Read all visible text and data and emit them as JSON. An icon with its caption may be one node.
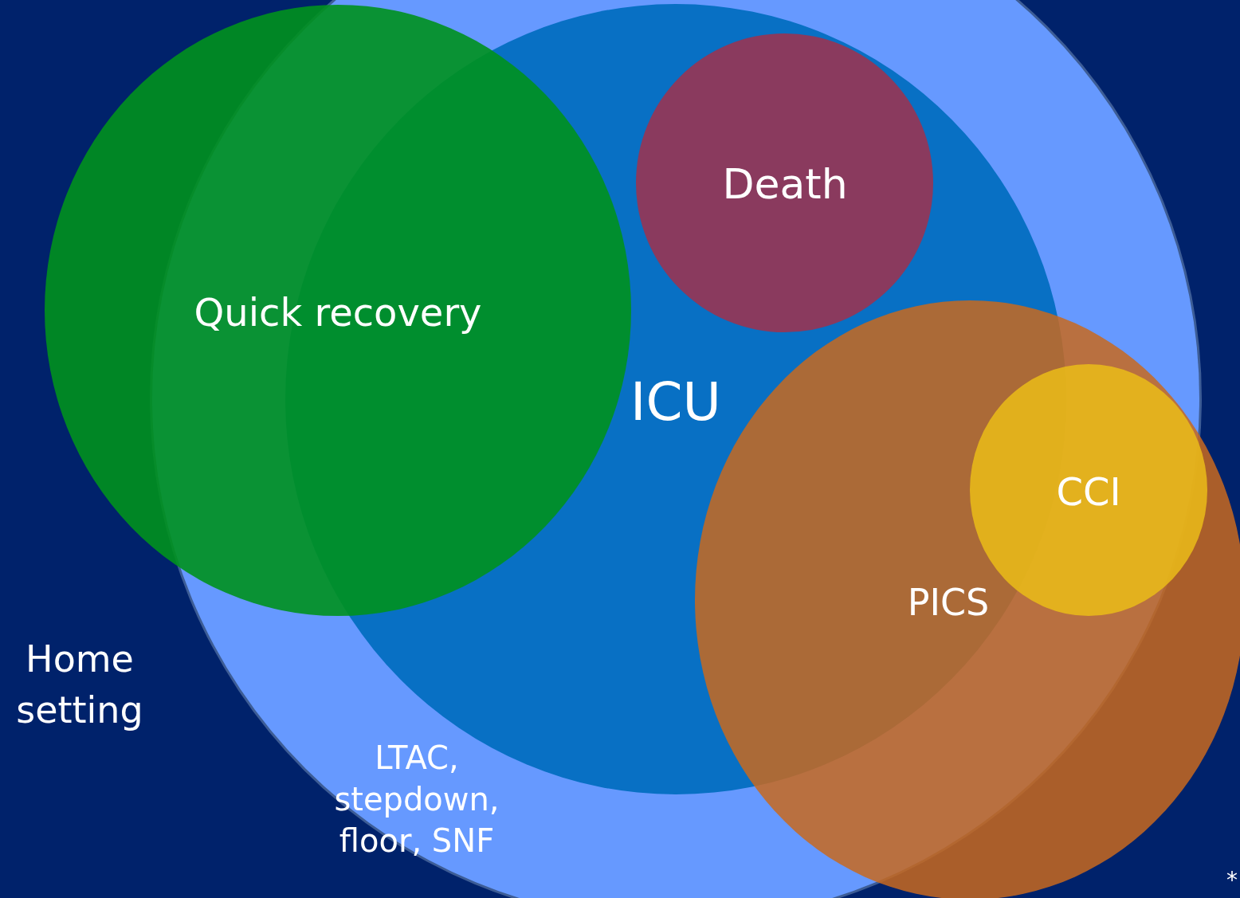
{
  "diagram": {
    "nodes": [
      {
        "text": [
          "LTAC, stepdown, floor, SNF"
        ]
      },
      {
        "text": [
          "ICU"
        ],
        "in": 0
      },
      {
        "text": [
          "Quick recovery"
        ]
      },
      {
        "text": [
          "Death"
        ],
        "in": 1
      },
      {
        "text": [
          "PICS"
        ]
      },
      {
        "text": [
          "CCI"
        ],
        "in": 4
      }
    ],
    "labels": [
      "Home setting",
      "*"
    ]
  }
}
